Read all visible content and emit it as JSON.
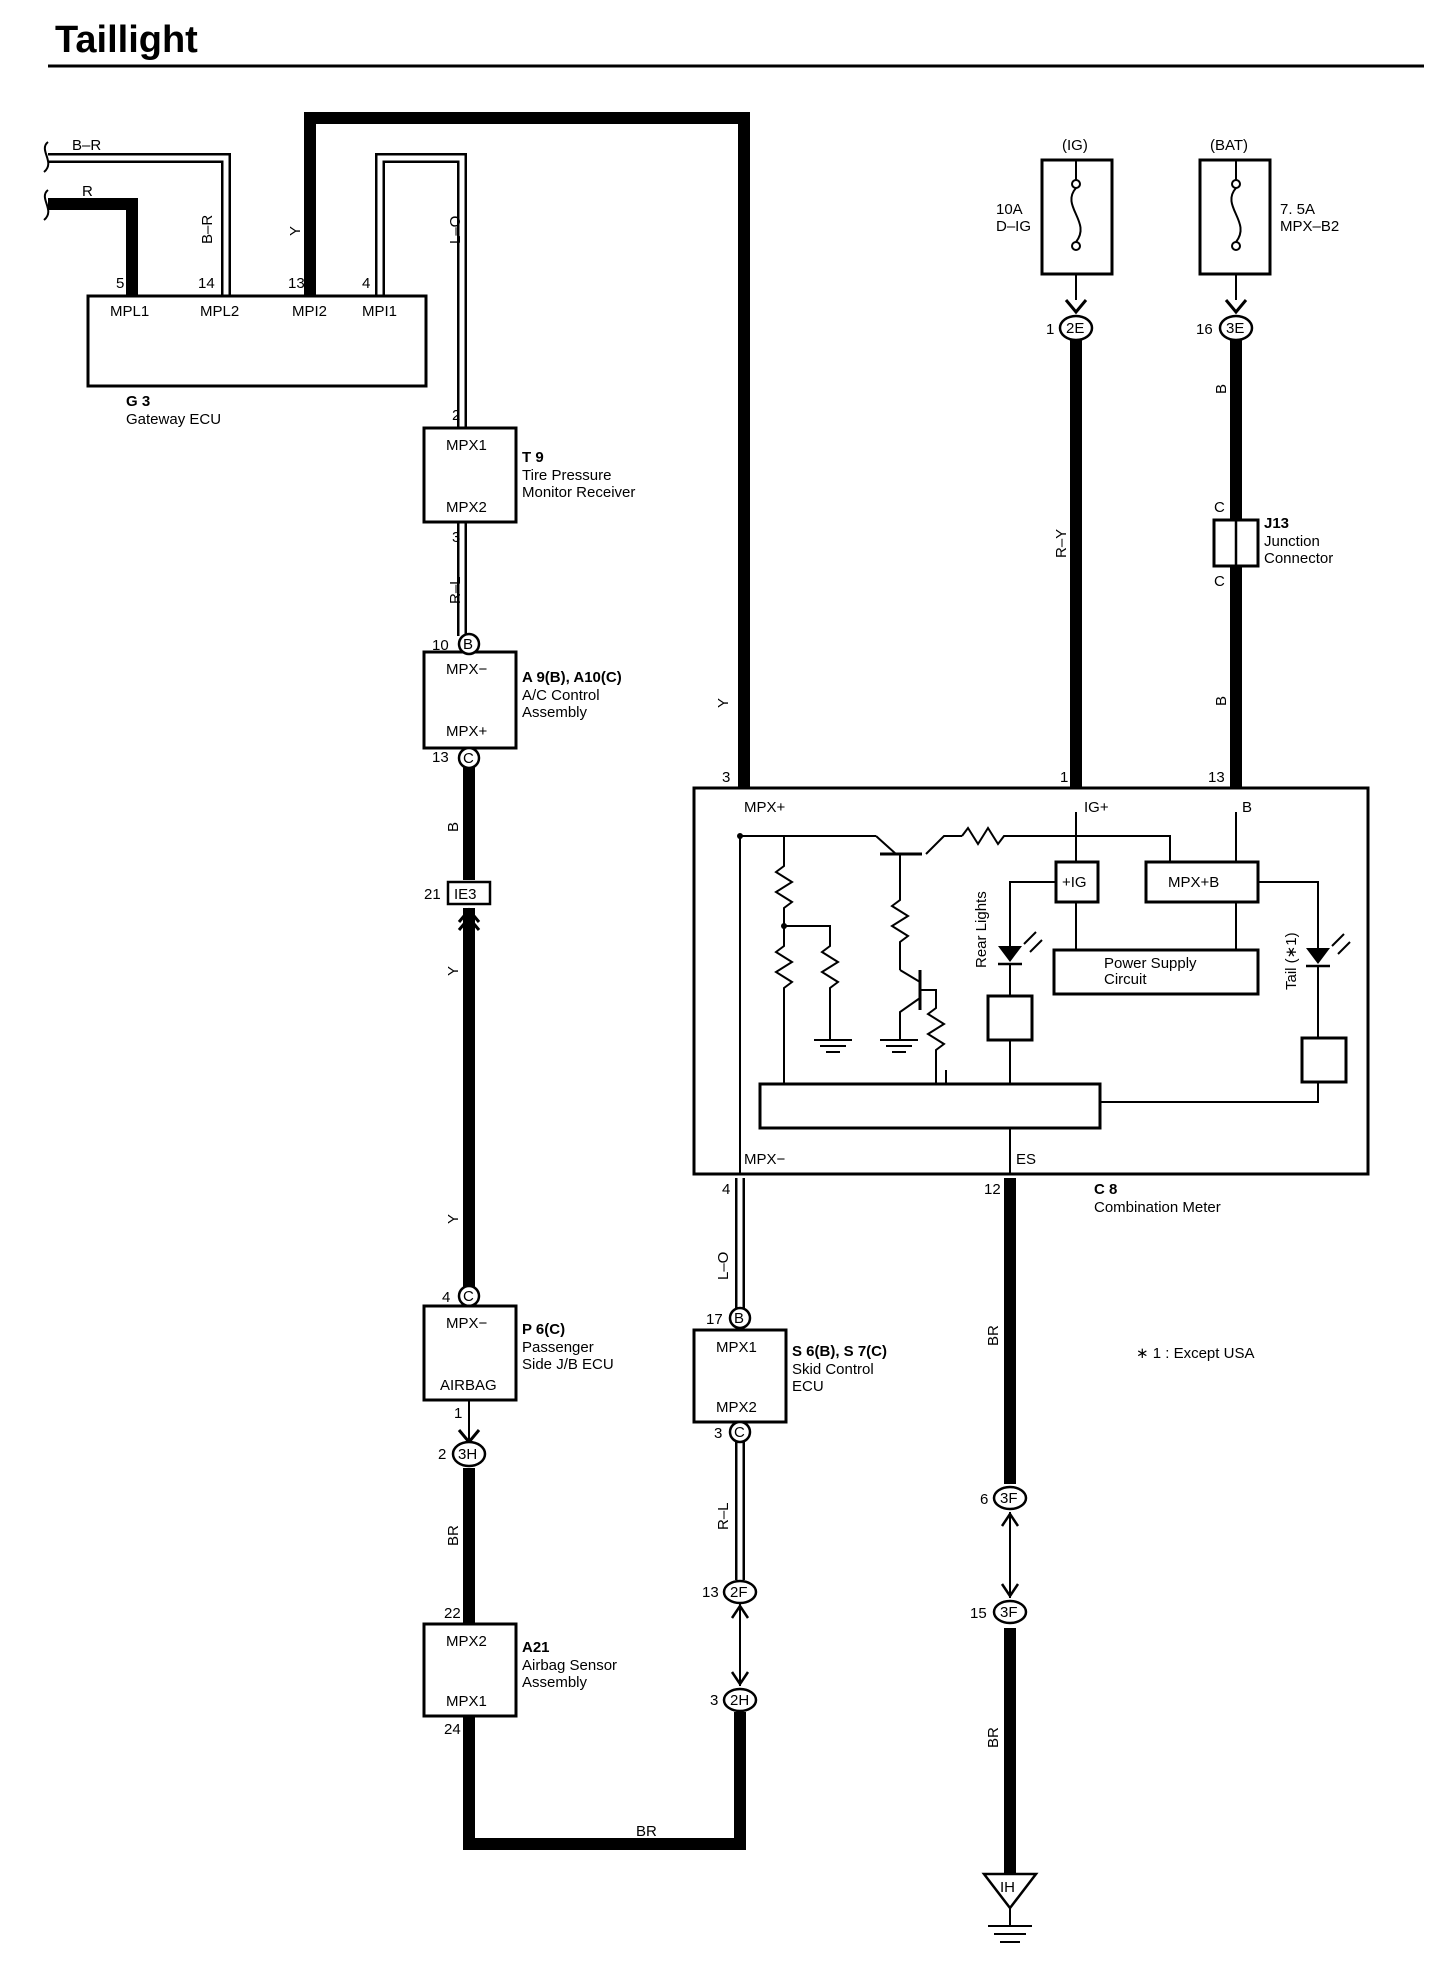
{
  "title": "Taillight",
  "components": {
    "gateway": {
      "ref": "G 3",
      "name": "Gateway ECU",
      "pins": [
        "MPL1",
        "MPL2",
        "MPI2",
        "MPI1"
      ],
      "pin_nums": [
        "5",
        "14",
        "13",
        "4"
      ]
    },
    "tire": {
      "ref": "T 9",
      "name1": "Tire Pressure",
      "name2": "Monitor Receiver",
      "pin_top": "MPX1",
      "pin_bot": "MPX2",
      "num_top": "2",
      "num_bot": "3"
    },
    "ac": {
      "ref": "A 9(B), A10(C)",
      "name1": "A/C Control",
      "name2": "Assembly",
      "pin_top": "MPX−",
      "pin_bot": "MPX+",
      "num_top": "10",
      "num_bot": "13",
      "con_top": "B",
      "con_bot": "C"
    },
    "passenger": {
      "ref": "P 6(C)",
      "name1": "Passenger",
      "name2": "Side J/B ECU",
      "pin_top": "MPX−",
      "pin_bot": "AIRBAG",
      "num_top": "4",
      "num_bot": "1",
      "con_top": "C"
    },
    "airbag": {
      "ref": "A21",
      "name1": "Airbag Sensor",
      "name2": "Assembly",
      "pin_top": "MPX2",
      "pin_bot": "MPX1",
      "num_top": "22",
      "num_bot": "24"
    },
    "skid": {
      "ref": "S 6(B), S 7(C)",
      "name1": "Skid Control",
      "name2": "ECU",
      "pin_top": "MPX1",
      "pin_bot": "MPX2",
      "num_top": "17",
      "num_bot": "3",
      "con_top": "B",
      "con_bot": "C"
    },
    "meter": {
      "ref": "C 8",
      "name": "Combination Meter",
      "mpx_plus": "MPX+",
      "ig_plus": "IG+",
      "b": "B",
      "mpx_minus": "MPX−",
      "es": "ES",
      "num_mpx_plus": "3",
      "num_ig": "1",
      "num_b": "13",
      "num_mpx_minus": "4",
      "num_es": "12",
      "ig_box": "+IG",
      "mpxb_box": "MPX+B",
      "power1": "Power Supply",
      "power2": "Circuit",
      "rear": "Rear Lights",
      "tail": "Tail (∗1)"
    },
    "junction": {
      "ref": "J13",
      "name1": "Junction",
      "name2": "Connector",
      "c_top": "C",
      "c_bot": "C"
    },
    "fuse_ig": {
      "source": "(IG)",
      "rating": "10A",
      "name": "D–IG",
      "pin": "1",
      "con": "2E"
    },
    "fuse_bat": {
      "source": "(BAT)",
      "rating": "7. 5A",
      "name": "MPX–B2",
      "pin": "16",
      "con": "3E"
    }
  },
  "wire_labels": {
    "br_top": "B–R",
    "r_top": "R",
    "br_vert": "B–R",
    "y_vert": "Y",
    "lo_vert": "L–O",
    "rl_1": "R–L",
    "b_1": "B",
    "y_1": "Y",
    "y_2": "Y",
    "br_1": "BR",
    "br_bottom": "BR",
    "y_right": "Y",
    "lo_2": "L–O",
    "rl_2": "R–L",
    "ry": "R–Y",
    "b_r1": "B",
    "b_r2": "B",
    "br_r1": "BR",
    "br_r2": "BR"
  },
  "connectors": {
    "ie3": {
      "pin": "21",
      "name": "IE3"
    },
    "c3h": {
      "pin": "2",
      "name": "3H"
    },
    "c2f": {
      "pin": "13",
      "name": "2F"
    },
    "c2h": {
      "pin": "3",
      "name": "2H"
    },
    "c3f_a": {
      "pin": "6",
      "name": "3F"
    },
    "c3f_b": {
      "pin": "15",
      "name": "3F"
    },
    "ground": "IH"
  },
  "note": "∗ 1 : Except USA"
}
